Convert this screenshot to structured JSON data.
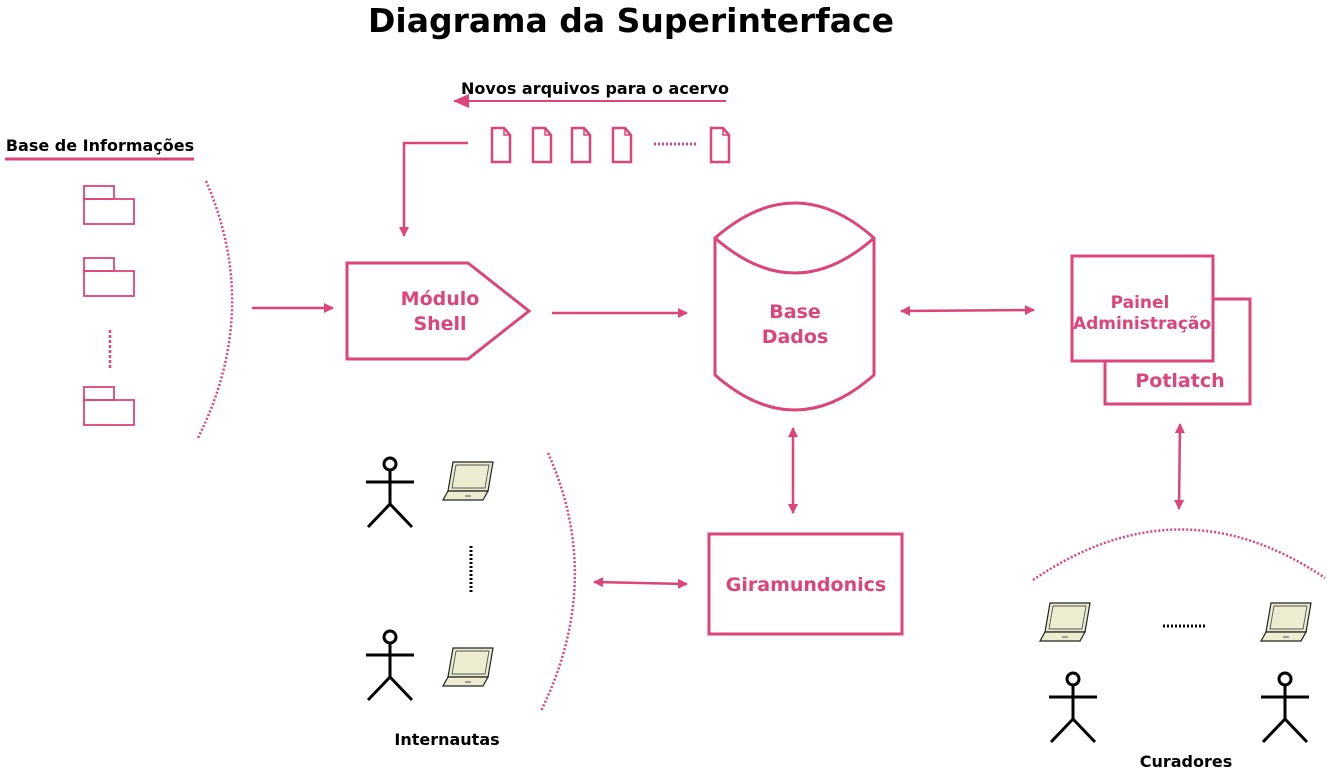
{
  "title": "Diagrama da Superinterface",
  "labels": {
    "novos_arquivos": "Novos arquivos para o acervo",
    "base_informacoes": "Base de Informações",
    "internautas": "Internautas",
    "curadores": "Curadores"
  },
  "nodes": {
    "modulo_shell": {
      "line1": "Módulo",
      "line2": "Shell"
    },
    "base_dados": {
      "line1": "Base",
      "line2": "Dados"
    },
    "painel_administracao": {
      "line1": "Painel",
      "line2": "Administração"
    },
    "potlatch": {
      "label": "Potlatch"
    },
    "giramundonics": {
      "label": "Giramundonics"
    }
  },
  "colors": {
    "accent": "#dd4477",
    "ink": "#000000",
    "laptop_fill": "#ececd0"
  }
}
